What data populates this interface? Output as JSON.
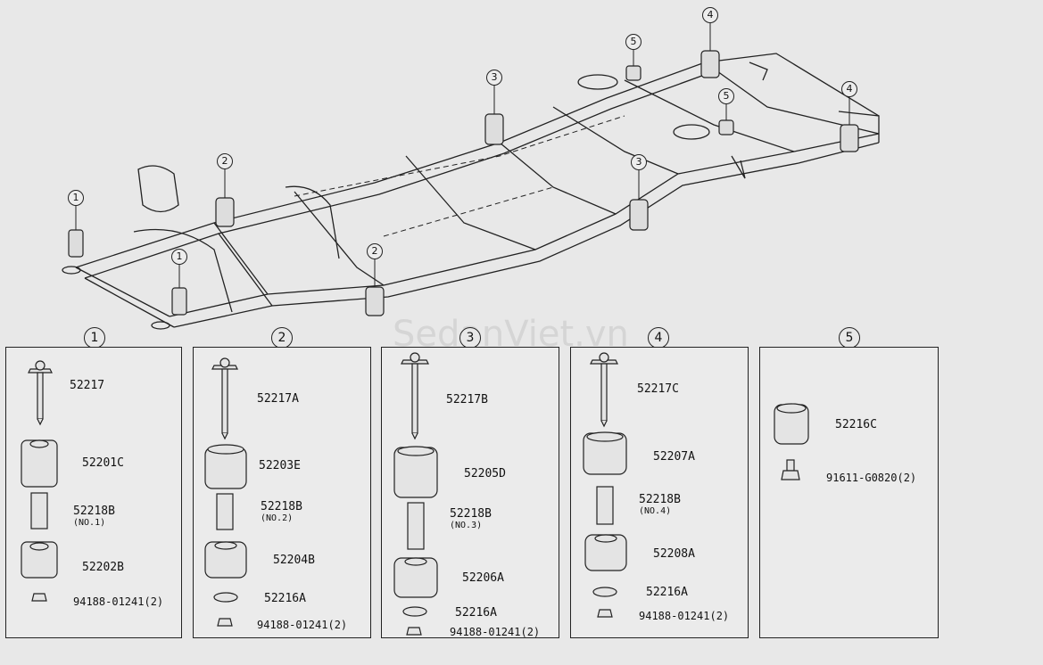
{
  "watermark": "SedanViet.vn",
  "frame_callouts": [
    "1",
    "1",
    "2",
    "2",
    "3",
    "3",
    "4",
    "4",
    "5",
    "5"
  ],
  "panels": [
    {
      "number": "1",
      "parts": [
        {
          "code": "52217",
          "sub": ""
        },
        {
          "code": "52201C",
          "sub": ""
        },
        {
          "code": "52218B",
          "sub": "(NO.1)"
        },
        {
          "code": "52202B",
          "sub": ""
        },
        {
          "code": "94188-01241(2)",
          "sub": ""
        }
      ]
    },
    {
      "number": "2",
      "parts": [
        {
          "code": "52217A",
          "sub": ""
        },
        {
          "code": "52203E",
          "sub": ""
        },
        {
          "code": "52218B",
          "sub": "(NO.2)"
        },
        {
          "code": "52204B",
          "sub": ""
        },
        {
          "code": "52216A",
          "sub": ""
        },
        {
          "code": "94188-01241(2)",
          "sub": ""
        }
      ]
    },
    {
      "number": "3",
      "parts": [
        {
          "code": "52217B",
          "sub": ""
        },
        {
          "code": "52205D",
          "sub": ""
        },
        {
          "code": "52218B",
          "sub": "(NO.3)"
        },
        {
          "code": "52206A",
          "sub": ""
        },
        {
          "code": "52216A",
          "sub": ""
        },
        {
          "code": "94188-01241(2)",
          "sub": ""
        }
      ]
    },
    {
      "number": "4",
      "parts": [
        {
          "code": "52217C",
          "sub": ""
        },
        {
          "code": "52207A",
          "sub": ""
        },
        {
          "code": "52218B",
          "sub": "(NO.4)"
        },
        {
          "code": "52208A",
          "sub": ""
        },
        {
          "code": "52216A",
          "sub": ""
        },
        {
          "code": "94188-01241(2)",
          "sub": ""
        }
      ]
    },
    {
      "number": "5",
      "parts": [
        {
          "code": "52216C",
          "sub": ""
        },
        {
          "code": "91611-G0820(2)",
          "sub": ""
        }
      ]
    }
  ]
}
